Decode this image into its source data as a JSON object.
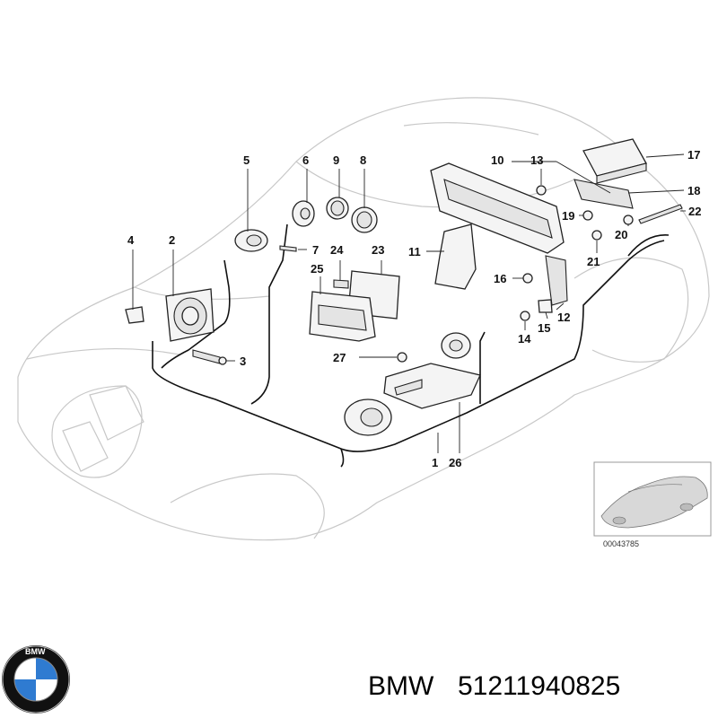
{
  "callouts": [
    {
      "id": "1",
      "label": "1"
    },
    {
      "id": "2",
      "label": "2"
    },
    {
      "id": "3",
      "label": "3"
    },
    {
      "id": "4",
      "label": "4"
    },
    {
      "id": "5",
      "label": "5"
    },
    {
      "id": "6",
      "label": "6"
    },
    {
      "id": "7",
      "label": "7"
    },
    {
      "id": "8",
      "label": "8"
    },
    {
      "id": "9",
      "label": "9"
    },
    {
      "id": "10",
      "label": "10"
    },
    {
      "id": "11",
      "label": "11"
    },
    {
      "id": "12",
      "label": "12"
    },
    {
      "id": "13",
      "label": "13"
    },
    {
      "id": "14",
      "label": "14"
    },
    {
      "id": "15",
      "label": "15"
    },
    {
      "id": "16",
      "label": "16"
    },
    {
      "id": "17",
      "label": "17"
    },
    {
      "id": "18",
      "label": "18"
    },
    {
      "id": "19",
      "label": "19"
    },
    {
      "id": "20",
      "label": "20"
    },
    {
      "id": "21",
      "label": "21"
    },
    {
      "id": "22",
      "label": "22"
    },
    {
      "id": "23",
      "label": "23"
    },
    {
      "id": "24",
      "label": "24"
    },
    {
      "id": "25",
      "label": "25"
    },
    {
      "id": "26",
      "label": "26"
    },
    {
      "id": "27",
      "label": "27"
    }
  ],
  "inset": {
    "code": "00043785"
  },
  "logo": {
    "letters": "BMW",
    "colors": {
      "blue": "#2f7bd1",
      "white": "#ffffff",
      "ring": "#111111"
    }
  },
  "footer": {
    "brand": "BMW",
    "part_number": "51211940825"
  }
}
